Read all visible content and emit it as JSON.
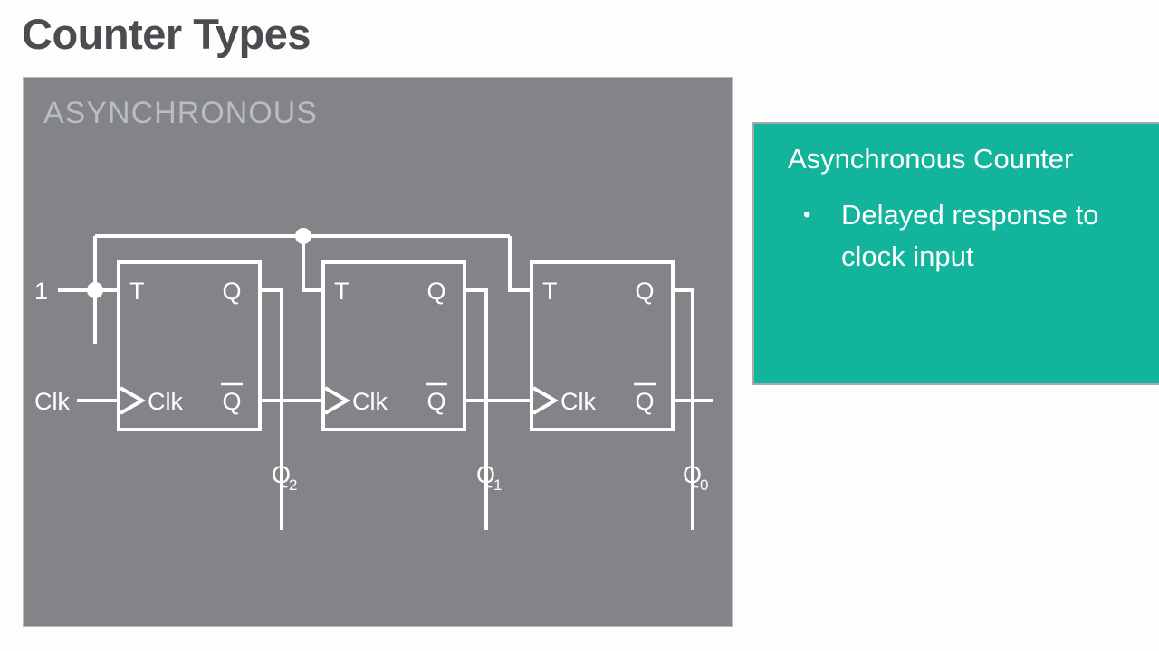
{
  "slide": {
    "title": "Counter Types",
    "title_color": "#4c4c50",
    "background_color": "#fdfdfd"
  },
  "diagram_panel": {
    "caption": "ASYNCHRONOUS",
    "caption_color": "#b9bcc0",
    "background_color": "#828488",
    "border_color": "#b9b9bb"
  },
  "callout": {
    "heading": "Asynchronous Counter",
    "background_color": "#12b49b",
    "border_color": "#a9a9a9",
    "text_color": "#ffffff",
    "bullets": [
      {
        "marker": "•",
        "text": "Delayed response to clock input"
      }
    ]
  },
  "circuit": {
    "type": "asynchronous-ripple-counter",
    "wire_color": "#ffffff",
    "inputs": [
      {
        "name": "logic-one-input",
        "label": "1"
      },
      {
        "name": "clock-input",
        "label": "Clk"
      }
    ],
    "flipflops": [
      {
        "id": "ff-2",
        "t_label": "T",
        "clk_label": "Clk",
        "q_label": "Q",
        "qbar_label": "Q",
        "output_label": "Q",
        "output_subscript": "2"
      },
      {
        "id": "ff-1",
        "t_label": "T",
        "clk_label": "Clk",
        "q_label": "Q",
        "qbar_label": "Q",
        "output_label": "Q",
        "output_subscript": "1"
      },
      {
        "id": "ff-0",
        "t_label": "T",
        "clk_label": "Clk",
        "q_label": "Q",
        "qbar_label": "Q",
        "output_label": "Q",
        "output_subscript": "0"
      }
    ]
  }
}
